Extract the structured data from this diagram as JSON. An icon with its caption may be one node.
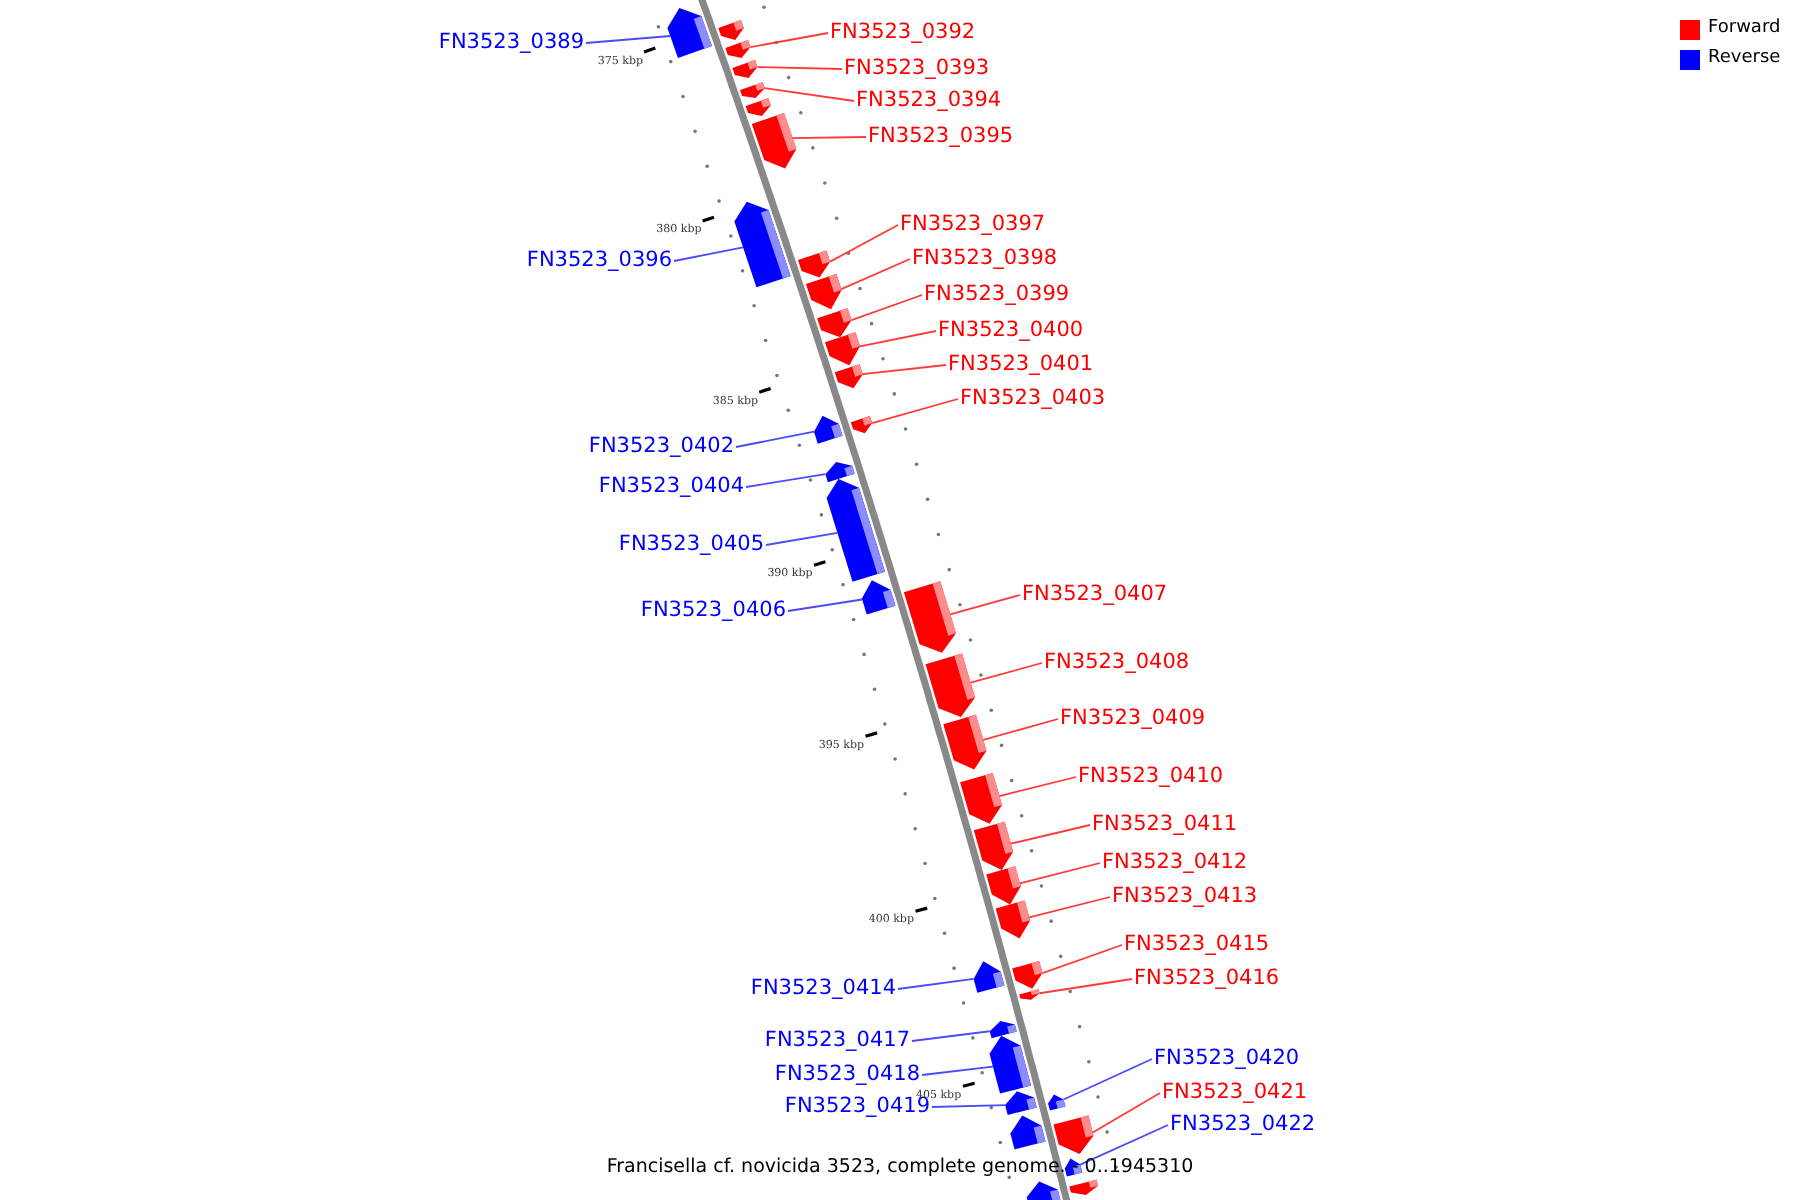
{
  "diagram": {
    "caption": "Francisella cf. novicida 3523, complete genome. - 0..1945310",
    "nodes": [
      {
        "text": [
          "FN3523_0389"
        ]
      },
      {
        "text": [],
        "shape": "bar"
      },
      {
        "text": [
          "FN3523_0392"
        ]
      },
      {
        "text": [],
        "shape": "bar"
      },
      {
        "text": [
          "FN3523_0393"
        ]
      },
      {
        "text": [],
        "shape": "bar"
      },
      {
        "text": [
          "FN3523_0394"
        ]
      },
      {
        "text": [],
        "shape": "bar"
      },
      {
        "text": [
          "FN3523_0395"
        ]
      },
      {
        "text": [],
        "shape": "bar"
      },
      {
        "text": [
          "FN3523_0396"
        ]
      },
      {
        "text": [],
        "shape": "bar"
      },
      {
        "text": [
          "FN3523_0397"
        ]
      },
      {
        "text": [],
        "shape": "bar"
      },
      {
        "text": [
          "FN3523_0398"
        ]
      },
      {
        "text": [],
        "shape": "bar"
      },
      {
        "text": [
          "FN3523_0399"
        ]
      },
      {
        "text": [],
        "shape": "bar"
      },
      {
        "text": [
          "FN3523_0400"
        ]
      },
      {
        "text": [],
        "shape": "bar"
      },
      {
        "text": [
          "FN3523_0401"
        ]
      },
      {
        "text": [],
        "shape": "bar"
      },
      {
        "text": [
          "FN3523_0402"
        ]
      },
      {
        "text": [],
        "shape": "bar"
      },
      {
        "text": [
          "FN3523_0403"
        ]
      },
      {
        "text": [],
        "shape": "bar"
      },
      {
        "text": [
          "FN3523_0404"
        ]
      },
      {
        "text": [],
        "shape": "bar"
      },
      {
        "text": [
          "FN3523_0405"
        ]
      },
      {
        "text": [],
        "shape": "bar"
      },
      {
        "text": [
          "FN3523_0406"
        ]
      },
      {
        "text": [],
        "shape": "bar"
      },
      {
        "text": [
          "FN3523_0407"
        ]
      },
      {
        "text": [],
        "shape": "bar"
      },
      {
        "text": [
          "FN3523_0408"
        ]
      },
      {
        "text": [],
        "shape": "bar"
      },
      {
        "text": [
          "FN3523_0409"
        ]
      },
      {
        "text": [],
        "shape": "bar"
      },
      {
        "text": [
          "FN3523_0410"
        ]
      },
      {
        "text": [],
        "shape": "bar"
      },
      {
        "text": [
          "FN3523_0411"
        ]
      },
      {
        "text": [],
        "shape": "bar"
      },
      {
        "text": [
          "FN3523_0412"
        ]
      },
      {
        "text": [],
        "shape": "bar"
      },
      {
        "text": [
          "FN3523_0413"
        ]
      },
      {
        "text": [],
        "shape": "bar"
      },
      {
        "text": [
          "FN3523_0414"
        ]
      },
      {
        "text": [],
        "shape": "bar"
      },
      {
        "text": [
          "FN3523_0415"
        ]
      },
      {
        "text": [],
        "shape": "bar"
      },
      {
        "text": [
          "FN3523_0416"
        ]
      },
      {
        "text": [],
        "shape": "bar"
      },
      {
        "text": [
          "FN3523_0417"
        ]
      },
      {
        "text": [],
        "shape": "bar"
      },
      {
        "text": [
          "FN3523_0418"
        ]
      },
      {
        "text": [],
        "shape": "bar"
      },
      {
        "text": [
          "FN3523_0419"
        ]
      },
      {
        "text": [],
        "shape": "bar"
      },
      {
        "text": [
          "FN3523_0420"
        ]
      },
      {
        "text": [],
        "shape": "bar"
      },
      {
        "text": [
          "FN3523_0421"
        ]
      },
      {
        "text": [],
        "shape": "bar"
      },
      {
        "text": [
          "FN3523_0422"
        ]
      },
      {
        "text": [],
        "shape": "bar"
      },
      {
        "text": [],
        "shape": "bar"
      },
      {
        "text": [],
        "shape": "bar"
      },
      {
        "text": [],
        "shape": "bar"
      },
      {
        "text": [],
        "shape": "bar"
      },
      {
        "text": [],
        "shape": "bar"
      }
    ],
    "edges": [
      {
        "from": 0,
        "to": 1,
        "arrow": "none",
        "color": "#4a4aff"
      },
      {
        "from": 2,
        "to": 3,
        "arrow": "none"
      },
      {
        "from": 4,
        "to": 5,
        "arrow": "none"
      },
      {
        "from": 6,
        "to": 7,
        "arrow": "none"
      },
      {
        "from": 8,
        "to": 9,
        "arrow": "none"
      },
      {
        "from": 10,
        "to": 11,
        "arrow": "none",
        "color": "#4a4aff"
      },
      {
        "from": 12,
        "to": 13,
        "arrow": "none"
      },
      {
        "from": 14,
        "to": 15,
        "arrow": "none"
      },
      {
        "from": 16,
        "to": 17,
        "arrow": "none"
      },
      {
        "from": 18,
        "to": 19,
        "arrow": "none"
      },
      {
        "from": 20,
        "to": 21,
        "arrow": "none"
      },
      {
        "from": 22,
        "to": 23,
        "arrow": "none",
        "color": "#4a4aff"
      },
      {
        "from": 24,
        "to": 25,
        "arrow": "none"
      },
      {
        "from": 26,
        "to": 27,
        "arrow": "none",
        "color": "#4a4aff"
      },
      {
        "from": 28,
        "to": 29,
        "arrow": "none",
        "color": "#4a4aff"
      },
      {
        "from": 30,
        "to": 31,
        "arrow": "none",
        "color": "#4a4aff"
      },
      {
        "from": 32,
        "to": 33,
        "arrow": "none"
      },
      {
        "from": 34,
        "to": 35,
        "arrow": "none"
      },
      {
        "from": 36,
        "to": 37,
        "arrow": "none"
      },
      {
        "from": 38,
        "to": 39,
        "arrow": "none"
      },
      {
        "from": 40,
        "to": 41,
        "arrow": "none"
      },
      {
        "from": 42,
        "to": 43,
        "arrow": "none"
      },
      {
        "from": 44,
        "to": 45,
        "arrow": "none"
      },
      {
        "from": 46,
        "to": 47,
        "arrow": "none",
        "color": "#4a4aff"
      },
      {
        "from": 48,
        "to": 49,
        "arrow": "none"
      },
      {
        "from": 50,
        "to": 51,
        "arrow": "none"
      },
      {
        "from": 52,
        "to": 53,
        "arrow": "none",
        "color": "#4a4aff"
      },
      {
        "from": 54,
        "to": 55,
        "arrow": "none",
        "color": "#4a4aff"
      },
      {
        "from": 56,
        "to": 57,
        "arrow": "none",
        "color": "#4a4aff"
      },
      {
        "from": 58,
        "to": 59,
        "arrow": "none",
        "color": "#4a4aff"
      },
      {
        "from": 60,
        "to": 61,
        "arrow": "none"
      },
      {
        "from": 62,
        "to": 63,
        "arrow": "none",
        "color": "#4a4aff"
      }
    ],
    "labels": [
      "375 kbp",
      "380 kbp",
      "385 kbp",
      "390 kbp",
      "395 kbp",
      "400 kbp",
      "405 kbp"
    ],
    "legend": [
      {
        "text": "Forward",
        "color": "#ff0000"
      },
      {
        "text": "Reverse",
        "color": "#0000ff"
      }
    ]
  }
}
